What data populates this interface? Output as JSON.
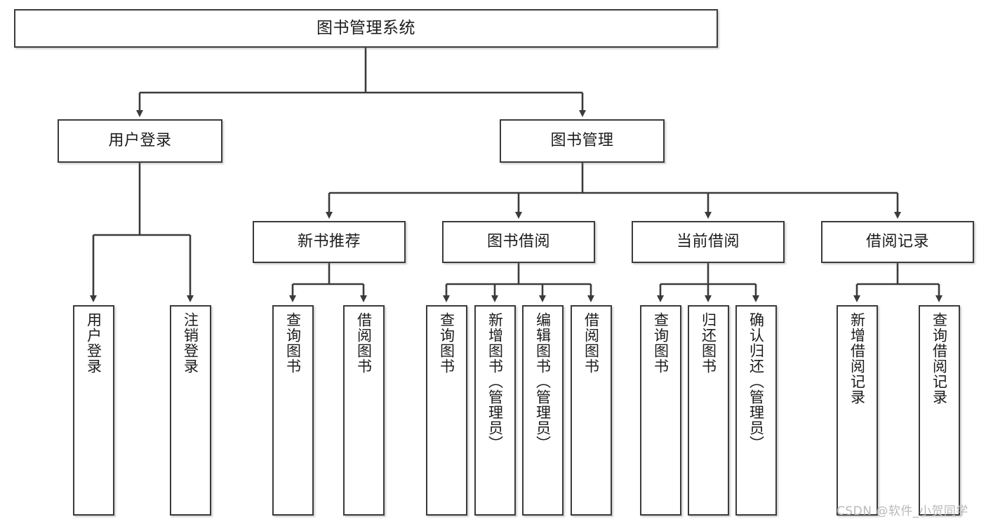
{
  "diagram": {
    "type": "tree-hierarchy",
    "title": "图书管理系统",
    "orientation": "top-down",
    "nodes": {
      "root": {
        "label": "图书管理系统"
      },
      "level2": [
        {
          "id": "user-login",
          "label": "用户登录"
        },
        {
          "id": "book-management",
          "label": "图书管理"
        }
      ],
      "level3": [
        {
          "id": "new-book-recommend",
          "label": "新书推荐"
        },
        {
          "id": "book-borrow",
          "label": "图书借阅"
        },
        {
          "id": "current-borrow",
          "label": "当前借阅"
        },
        {
          "id": "borrow-record",
          "label": "借阅记录"
        }
      ],
      "leaves": [
        {
          "id": "leaf-user-login",
          "label": "用户登录",
          "parent": "user-login"
        },
        {
          "id": "leaf-user-logout",
          "label": "注销登录",
          "parent": "user-login"
        },
        {
          "id": "leaf-query-book-1",
          "label": "查询图书",
          "parent": "new-book-recommend"
        },
        {
          "id": "leaf-borrow-book-1",
          "label": "借阅图书",
          "parent": "new-book-recommend"
        },
        {
          "id": "leaf-query-book-2",
          "label": "查询图书",
          "parent": "book-borrow"
        },
        {
          "id": "leaf-add-book",
          "label": "新增图书（管理员）",
          "parent": "book-borrow"
        },
        {
          "id": "leaf-edit-book",
          "label": "编辑图书（管理员）",
          "parent": "book-borrow"
        },
        {
          "id": "leaf-borrow-book-2",
          "label": "借阅图书",
          "parent": "book-borrow"
        },
        {
          "id": "leaf-query-book-3",
          "label": "查询图书",
          "parent": "current-borrow"
        },
        {
          "id": "leaf-return-book",
          "label": "归还图书",
          "parent": "current-borrow"
        },
        {
          "id": "leaf-confirm-return",
          "label": "确认归还（管理员）",
          "parent": "current-borrow"
        },
        {
          "id": "leaf-add-record",
          "label": "新增借阅记录",
          "parent": "borrow-record"
        },
        {
          "id": "leaf-query-record",
          "label": "查询借阅记录",
          "parent": "borrow-record"
        }
      ]
    },
    "colors": {
      "border": "#3b3b3b",
      "fill": "#ffffff",
      "text": "#1c1c1c",
      "watermark": "#b9b9b9"
    }
  },
  "watermark": {
    "text": "CSDN @软件_小贺同学"
  }
}
